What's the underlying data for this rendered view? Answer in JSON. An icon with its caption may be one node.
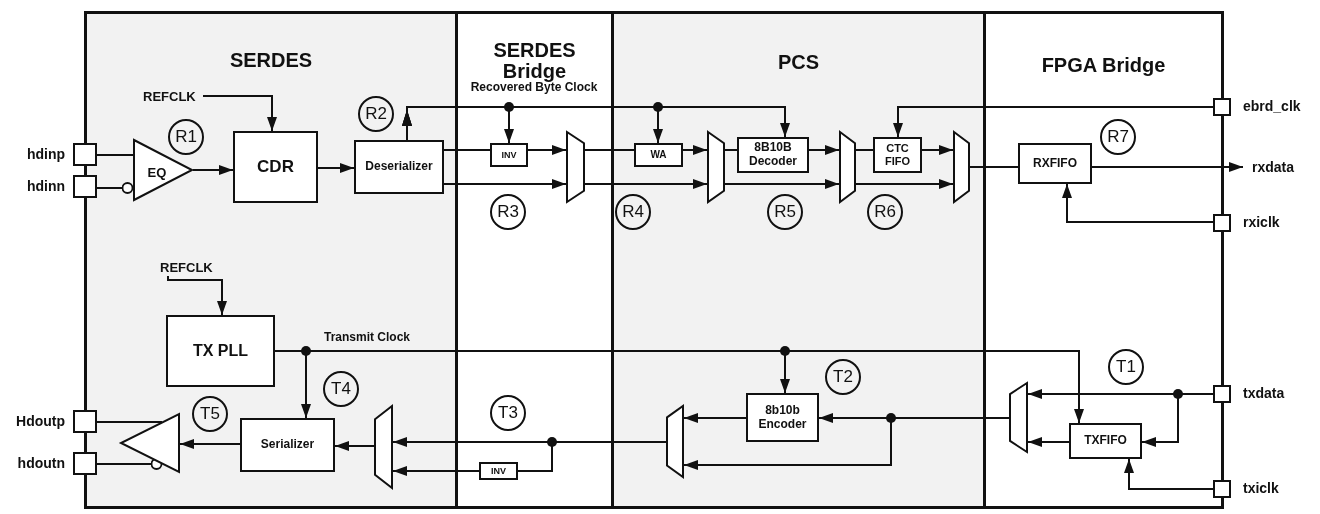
{
  "diagram": {
    "nodes": [
      {
        "text": [
          "SERDES"
        ]
      },
      {
        "text": [
          "SERDES Bridge"
        ]
      },
      {
        "text": [
          "PCS"
        ]
      },
      {
        "text": [
          "FPGA Bridge"
        ]
      },
      {
        "text": [],
        "shape": "box",
        "beside": [
          "hdinp"
        ]
      },
      {
        "text": [],
        "shape": "box",
        "beside": [
          "hdinn"
        ]
      },
      {
        "text": [
          "REFCLK"
        ],
        "in": 0
      },
      {
        "text": [
          "EQ"
        ],
        "in": 0
      },
      {
        "text": [
          "R1"
        ],
        "in": 0
      },
      {
        "text": [
          "CDR"
        ],
        "in": 0
      },
      {
        "text": [
          "R2"
        ],
        "in": 0
      },
      {
        "text": [
          "Deserializer"
        ],
        "in": 0
      },
      {
        "text": [
          "INV"
        ],
        "in": 1
      },
      {
        "text": [],
        "shape": "trapezoid",
        "in": 1
      },
      {
        "text": [
          "R3"
        ],
        "in": 1
      },
      {
        "text": [
          "WA"
        ],
        "in": 2
      },
      {
        "text": [],
        "shape": "trapezoid",
        "in": 2
      },
      {
        "text": [
          "R4"
        ],
        "in": 2
      },
      {
        "text": [
          "8B10B Decoder"
        ],
        "in": 2
      },
      {
        "text": [
          "R5"
        ],
        "in": 2
      },
      {
        "text": [],
        "shape": "trapezoid",
        "in": 2
      },
      {
        "text": [
          "CTC FIFO"
        ],
        "in": 2
      },
      {
        "text": [
          "R6"
        ],
        "in": 2
      },
      {
        "text": [],
        "shape": "trapezoid",
        "in": 2
      },
      {
        "text": [
          "RXFIFO"
        ],
        "in": 3
      },
      {
        "text": [
          "R7"
        ],
        "in": 3
      },
      {
        "text": [],
        "shape": "box",
        "beside": [
          "ebrd_clk"
        ]
      },
      {
        "text": [
          "rxdata"
        ]
      },
      {
        "text": [],
        "shape": "box",
        "beside": [
          "rxiclk"
        ]
      },
      {
        "text": [
          "REFCLK"
        ],
        "in": 0
      },
      {
        "text": [
          "TX PLL"
        ],
        "in": 0
      },
      {
        "text": [
          "T4"
        ],
        "in": 0
      },
      {
        "text": [
          "T5"
        ],
        "in": 0
      },
      {
        "text": [],
        "shape": "triangle",
        "in": 0
      },
      {
        "text": [
          "Serializer"
        ],
        "in": 0
      },
      {
        "text": [],
        "shape": "trapezoid",
        "in": 0
      },
      {
        "text": [],
        "shape": "box",
        "beside": [
          "Hdoutp"
        ]
      },
      {
        "text": [],
        "shape": "box",
        "beside": [
          "hdoutn"
        ]
      },
      {
        "text": [
          "T3"
        ],
        "in": 1
      },
      {
        "text": [
          "INV"
        ],
        "in": 1
      },
      {
        "text": [],
        "shape": "trapezoid",
        "in": 2
      },
      {
        "text": [
          "8b10b Encoder"
        ],
        "in": 2
      },
      {
        "text": [
          "T2"
        ],
        "in": 2
      },
      {
        "text": [
          "T1"
        ],
        "in": 3
      },
      {
        "text": [],
        "shape": "trapezoid",
        "in": 3
      },
      {
        "text": [
          "TXFIFO"
        ],
        "in": 3
      },
      {
        "text": [],
        "shape": "box",
        "beside": [
          "txdata"
        ]
      },
      {
        "text": [],
        "shape": "box",
        "beside": [
          "txiclk"
        ]
      }
    ],
    "edges": [
      {
        "from": 4,
        "to": 7,
        "arrow": "none"
      },
      {
        "from": 5,
        "to": 7,
        "arrow": "other"
      },
      {
        "from": 7,
        "to": 9,
        "arrow": "to"
      },
      {
        "from": 6,
        "to": 9,
        "arrow": "to"
      },
      {
        "from": 9,
        "to": 11,
        "arrow": "to"
      },
      {
        "from": 11,
        "to": 12,
        "arrow": "none"
      },
      {
        "from": 12,
        "to": 13,
        "arrow": "to"
      },
      {
        "from": 11,
        "to": 13,
        "arrow": "to"
      },
      {
        "from": 11,
        "to": 12,
        "arrow": "to"
      },
      {
        "from": 11,
        "to": 15,
        "arrow": "to"
      },
      {
        "from": 11,
        "to": 18,
        "arrow": "to",
        "label": "Recovered Byte Clock"
      },
      {
        "from": 13,
        "to": 15,
        "arrow": "none"
      },
      {
        "from": 13,
        "to": 16,
        "arrow": "to"
      },
      {
        "from": 15,
        "to": 16,
        "arrow": "to"
      },
      {
        "from": 16,
        "to": 18,
        "arrow": "none"
      },
      {
        "from": 16,
        "to": 20,
        "arrow": "to"
      },
      {
        "from": 18,
        "to": 20,
        "arrow": "to"
      },
      {
        "from": 20,
        "to": 21,
        "arrow": "none"
      },
      {
        "from": 20,
        "to": 23,
        "arrow": "to"
      },
      {
        "from": 21,
        "to": 23,
        "arrow": "to"
      },
      {
        "from": 26,
        "to": 21,
        "arrow": "to"
      },
      {
        "from": 23,
        "to": 24,
        "arrow": "none"
      },
      {
        "from": 24,
        "to": 27,
        "arrow": "to"
      },
      {
        "from": 28,
        "to": 24,
        "arrow": "to"
      },
      {
        "from": 29,
        "to": 30,
        "arrow": "to"
      },
      {
        "from": 30,
        "to": 34,
        "arrow": "to"
      },
      {
        "from": 30,
        "to": 41,
        "arrow": "to"
      },
      {
        "from": 30,
        "to": 45,
        "arrow": "to",
        "label": "Transmit Clock"
      },
      {
        "from": 46,
        "to": 44,
        "arrow": "to"
      },
      {
        "from": 46,
        "to": 45,
        "arrow": "to"
      },
      {
        "from": 45,
        "to": 44,
        "arrow": "to"
      },
      {
        "from": 44,
        "to": 41,
        "arrow": "to"
      },
      {
        "from": 44,
        "to": 40,
        "arrow": "to"
      },
      {
        "from": 41,
        "to": 40,
        "arrow": "to"
      },
      {
        "from": 40,
        "to": 35,
        "arrow": "to"
      },
      {
        "from": 40,
        "to": 39,
        "arrow": "none"
      },
      {
        "from": 39,
        "to": 35,
        "arrow": "to"
      },
      {
        "from": 35,
        "to": 34,
        "arrow": "to"
      },
      {
        "from": 34,
        "to": 33,
        "arrow": "to"
      },
      {
        "from": 36,
        "to": 33,
        "arrow": "none"
      },
      {
        "from": 37,
        "to": 33,
        "arrow": "other"
      },
      {
        "from": 47,
        "to": 45,
        "arrow": "to"
      }
    ]
  }
}
